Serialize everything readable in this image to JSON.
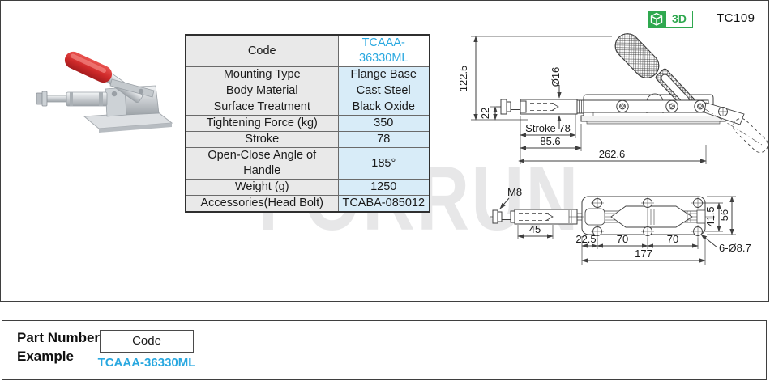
{
  "header": {
    "catalog_code": "TC109",
    "badge_3d_label": "3D"
  },
  "spec_table": {
    "rows": [
      {
        "label": "Code",
        "value": "TCAAA-36330ML"
      },
      {
        "label": "Mounting Type",
        "value": "Flange Base"
      },
      {
        "label": "Body Material",
        "value": "Cast Steel"
      },
      {
        "label": "Surface Treatment",
        "value": "Black Oxide"
      },
      {
        "label": "Tightening Force (kg)",
        "value": "350"
      },
      {
        "label": "Stroke",
        "value": "78"
      },
      {
        "label": "Open-Close  Angle of Handle",
        "value": "185°"
      },
      {
        "label": "Weight (g)",
        "value": "1250"
      },
      {
        "label": "Accessories(Head Bolt)",
        "value": "TCABA-085012"
      }
    ]
  },
  "drawings": {
    "side_view": {
      "overall_height": "122.5",
      "rod_center_height": "22",
      "rod_diameter": "Ø16",
      "stroke": "Stroke 78",
      "front_length": "85.6",
      "overall_length": "262.6"
    },
    "top_view": {
      "thread": "M8",
      "thread_length": "45",
      "hole_edge_offset": "22.5",
      "hole_pitch_1": "70",
      "hole_pitch_2": "70",
      "base_length": "177",
      "hole_row_span": "41.5",
      "base_width": "56",
      "mounting_holes": "6-Ø8.7"
    }
  },
  "watermark_text": "FORRUN",
  "footer": {
    "title_line1": "Part Number",
    "title_line2": "Example",
    "code_box_label": "Code",
    "example_code": "TCAAA-36330ML"
  },
  "colors": {
    "accent_blue": "#29a8e0",
    "badge_green": "#2fa84f",
    "value_cell_bg": "#d8ecf8",
    "label_cell_bg": "#e9e9e9",
    "handle_red": "#cf2a2a",
    "watermark_gray": "#e7e7e8"
  }
}
